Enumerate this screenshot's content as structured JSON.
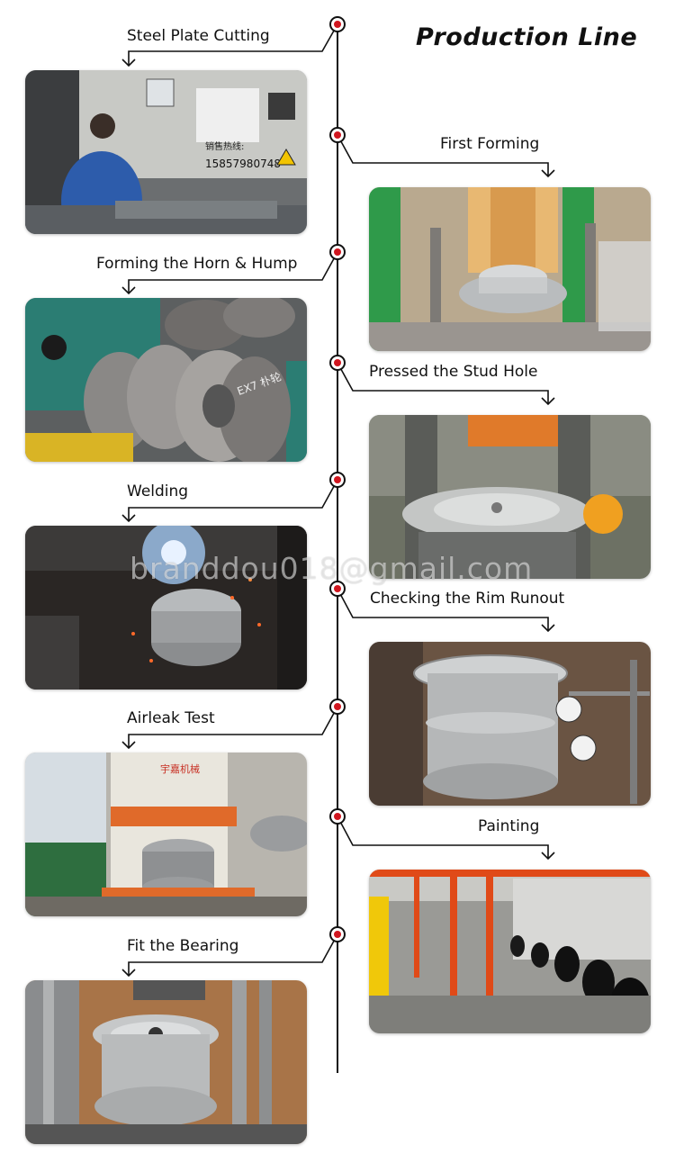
{
  "header": {
    "title": "Production Line"
  },
  "steps": [
    {
      "label": "Steel Plate Cutting"
    },
    {
      "label": "First Forming"
    },
    {
      "label": "Forming the Horn & Hump"
    },
    {
      "label": "Pressed the Stud Hole"
    },
    {
      "label": "Welding"
    },
    {
      "label": "Checking the Rim Runout"
    },
    {
      "label": "Airleak Test"
    },
    {
      "label": "Painting"
    },
    {
      "label": "Fit the Bearing"
    }
  ],
  "watermark": "branddou018@gmail.com",
  "photo1": {
    "sign_text": "销售热线:",
    "phone": "15857980748"
  },
  "photo3": {
    "chalk_text": "EX7 朴轮"
  },
  "photo7": {
    "machine_text": "宇嘉机械"
  },
  "colors": {
    "accent_red": "#d0161f",
    "line": "#111111"
  }
}
